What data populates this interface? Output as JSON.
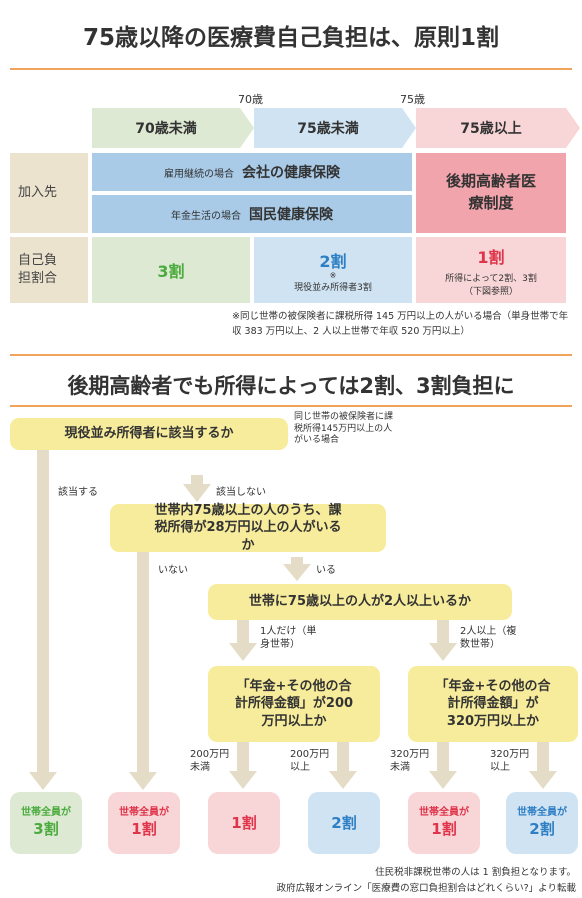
{
  "section1": {
    "title": "75歳以降の医療費自己負担は、原則1割",
    "age_marks": [
      "70歳",
      "75歳"
    ],
    "headers": [
      "70歳未満",
      "75歳未満",
      "75歳以上"
    ],
    "row1_label": "加入先",
    "row2_label": "自己負担割合",
    "employment_small": "雇用継続の場合",
    "employment_main": "会社の健康保険",
    "pension_small": "年金生活の場合",
    "pension_main": "国民健康保険",
    "elderly_system": "後期高齢者医療制度",
    "rate_under70": "3割",
    "rate_under75": "2割",
    "note_mark": "※",
    "rate_under75_note": "現役並み所得者3割",
    "rate_over75": "1割",
    "rate_over75_note": "所得によって2割、3割",
    "rate_over75_note2": "（下図参照）",
    "footnote": "※同じ世帯の被保険者に課税所得 145 万円以上の人がいる場合（単身世帯で年収 383 万円以上、2 人以上世帯で年収 520 万円以上）"
  },
  "section2": {
    "title": "後期高齢者でも所得によっては2割、3割負担に",
    "q1": "現役並み所得者に該当するか",
    "q1_note": "同じ世帯の被保険者に課税所得145万円以上の人がいる場合",
    "yes1": "該当する",
    "no1": "該当しない",
    "q2": "世帯内75歳以上の人のうち、課税所得が28万円以上の人がいるか",
    "no2": "いない",
    "yes2": "いる",
    "q3": "世帯に75歳以上の人が2人以上いるか",
    "single": "1人だけ（単身世帯）",
    "multi": "2人以上（複数世帯）",
    "q4a": "「年金+その他の合計所得金額」が200万円以上か",
    "q4b": "「年金+その他の合計所得金額」が320万円以上か",
    "under200": "200万円未満",
    "over200": "200万円以上",
    "under320": "320万円未満",
    "over320": "320万円以上",
    "household_all": "世帯全員が",
    "r_3": "3割",
    "r_1": "1割",
    "r_2": "2割",
    "note1": "住民税非課税世帯の人は 1 割負担となります。",
    "source": "政府広報オンライン「医療費の窓口負担割合はどれくらい?」より転載"
  },
  "colors": {
    "green_text": "#4bab3e",
    "blue_text": "#2f7fc4",
    "red_text": "#e0344a",
    "accent_rule": "#f0a35a",
    "yellow": "#f7ec9c",
    "arrow": "#e4dcc6"
  }
}
